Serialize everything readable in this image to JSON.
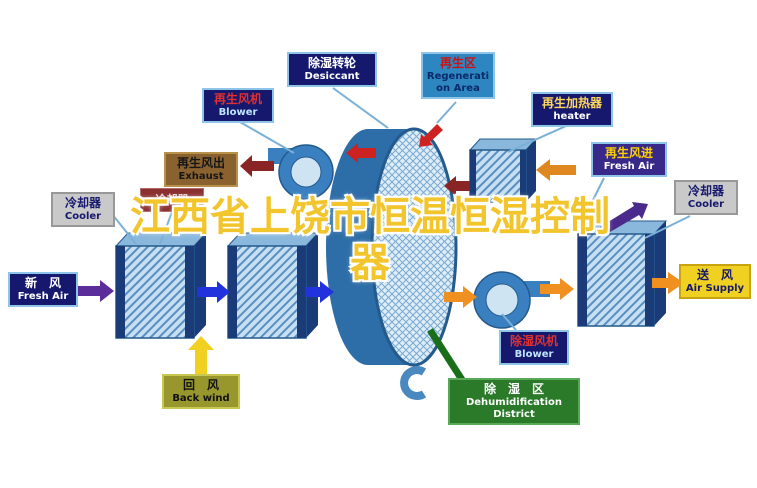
{
  "watermark": {
    "line1": "江西省上饶市恒温恒湿控制",
    "line2": "器"
  },
  "labels": {
    "desiccant": {
      "zh": "除湿转轮",
      "en": "Desiccant"
    },
    "regen_area": {
      "zh": "再生区",
      "en": "Regeneration Area"
    },
    "regen_blower": {
      "zh": "再生风机",
      "en": "Blower"
    },
    "regen_heater": {
      "zh": "再生加热器",
      "en": "heater"
    },
    "exhaust": {
      "zh": "再生风出",
      "en": "Exhaust"
    },
    "regen_fresh_air": {
      "zh": "再生风进",
      "en": "Fresh Air"
    },
    "cooler_left": {
      "zh": "冷却器",
      "en": "Cooler"
    },
    "cooler_small": {
      "zh": "冷却器"
    },
    "cooler_right": {
      "zh": "冷却器",
      "en": "Cooler"
    },
    "fresh_air": {
      "zh": "新　风",
      "en": "Fresh Air"
    },
    "back_wind": {
      "zh": "回　风",
      "en": "Back wind"
    },
    "dehum_blower": {
      "zh": "除湿风机",
      "en": "Blower"
    },
    "dehum_district": {
      "zh": "除　湿　区",
      "en_line1": "Dehumidification",
      "en_line2": "District"
    },
    "air_supply": {
      "zh": "送　风",
      "en": "Air Supply"
    }
  },
  "colors": {
    "label_navy": "#16186e",
    "wheel_blue": "#2e6ea8",
    "arrow_blue": "#2233dd",
    "arrow_purple": "#5a2d9a",
    "arrow_orange": "#f09020",
    "arrow_yellow": "#f0d020",
    "arrow_red": "#cc2222",
    "arrow_maroon": "#8a2525",
    "district_green": "#2a7a2a"
  }
}
